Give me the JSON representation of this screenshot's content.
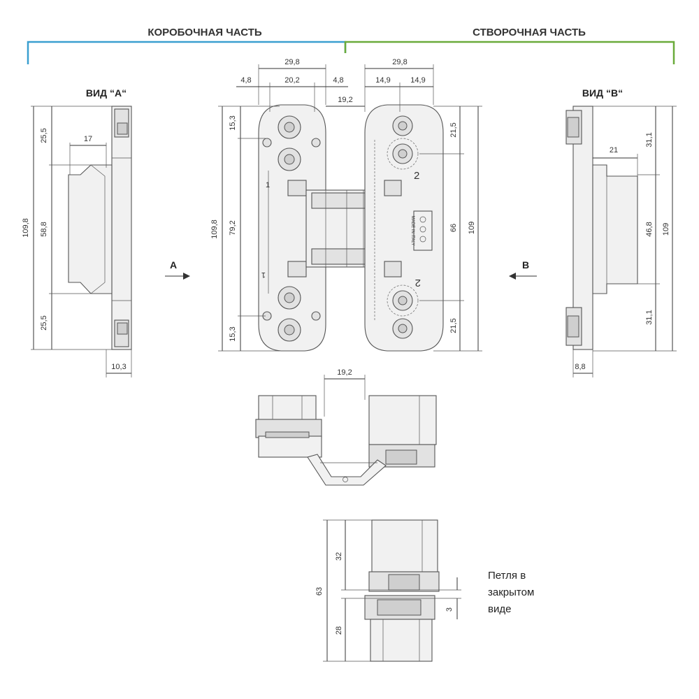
{
  "headers": {
    "left": "КОРОБОЧНАЯ ЧАСТЬ",
    "right": "СТВОРОЧНАЯ ЧАСТЬ",
    "left_color": "#3a9fd0",
    "right_color": "#6aab3a"
  },
  "views": {
    "view_a_title": "ВИД “A“",
    "view_b_title": "ВИД “B“",
    "arrow_a": "A",
    "arrow_b": "B"
  },
  "dims": {
    "a_top_25_5": "25,5",
    "a_17": "17",
    "a_total_109_8": "109,8",
    "a_mid_58_8": "58,8",
    "a_bot_25_5": "25,5",
    "a_10_3": "10,3",
    "c_29_8": "29,8",
    "c_4_8_left": "4,8",
    "c_20_2": "20,2",
    "c_4_8_right": "4,8",
    "c_19_2": "19,2",
    "c_109_8": "109,8",
    "c_15_3_top": "15,3",
    "c_79_2": "79,2",
    "c_15_3_bot": "15,3",
    "d_29_8": "29,8",
    "d_14_9_left": "14,9",
    "d_14_9_right": "14,9",
    "d_21_5_top": "21,5",
    "d_66": "66",
    "d_109": "109",
    "d_21_5_bot": "21,5",
    "b_21": "21",
    "b_31_1_top": "31,1",
    "b_46_8": "46,8",
    "b_109": "109",
    "b_31_1_bot": "31,1",
    "b_8_8": "8,8",
    "m_19_2": "19,2",
    "l_63": "63",
    "l_32": "32",
    "l_28": "28",
    "l_3": "3"
  },
  "marks": {
    "num1_top": "1",
    "num1_bot": "1",
    "num2_top": "2",
    "num2_bot": "2",
    "plate_text": "MADE IN ITALY"
  },
  "note": {
    "line1": "Петля в",
    "line2": "закрытом",
    "line3": "виде"
  }
}
